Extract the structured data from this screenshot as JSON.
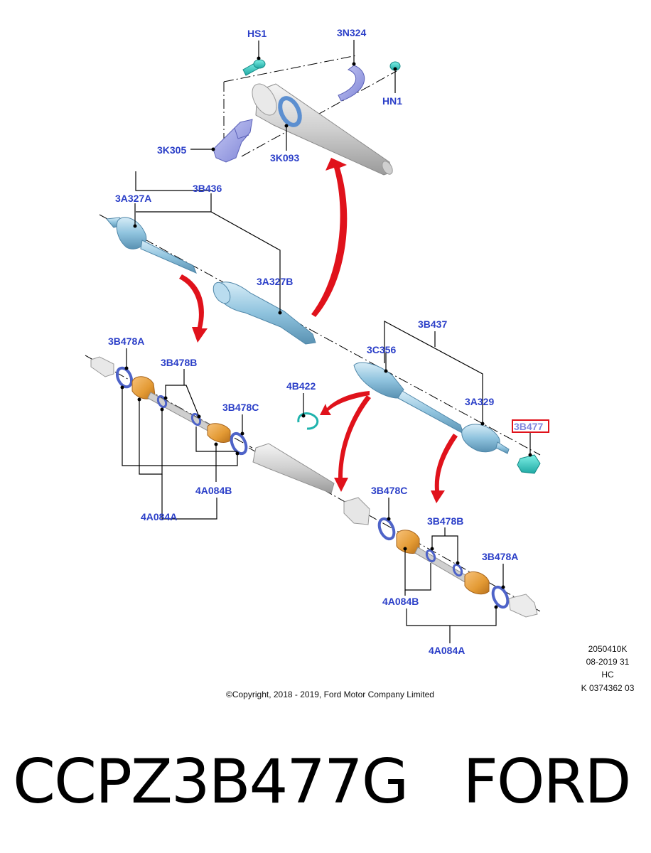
{
  "diagram": {
    "callouts": {
      "hs1": "HS1",
      "n3n324": "3N324",
      "hn1": "HN1",
      "k305": "3K305",
      "k093": "3K093",
      "b436": "3B436",
      "a327a": "3A327A",
      "a327b": "3A327B",
      "b437": "3B437",
      "c356": "3C356",
      "a329": "3A329",
      "b477": "3B477",
      "b422": "4B422",
      "b478a_l": "3B478A",
      "b478b_l": "3B478B",
      "b478c_l": "3B478C",
      "a084b_l": "4A084B",
      "a084a_l": "4A084A",
      "b478c_r": "3B478C",
      "b478b_r": "3B478B",
      "b478a_r": "3B478A",
      "a084b_r": "4A084B",
      "a084a_r": "4A084A"
    },
    "highlighted_part": "3B477",
    "highlight_color": "#e0121b",
    "callout_color": "#2b3fc8",
    "arrow_color": "#e0121b",
    "meta": {
      "line1": "2050410K",
      "line2": "08-2019 31",
      "line3": "HC",
      "line4": "K 0374362 03"
    },
    "copyright": "©Copyright, 2018 - 2019, Ford Motor Company Limited"
  },
  "caption": {
    "part_number": "CCPZ3B477G",
    "brand": "FORD"
  }
}
